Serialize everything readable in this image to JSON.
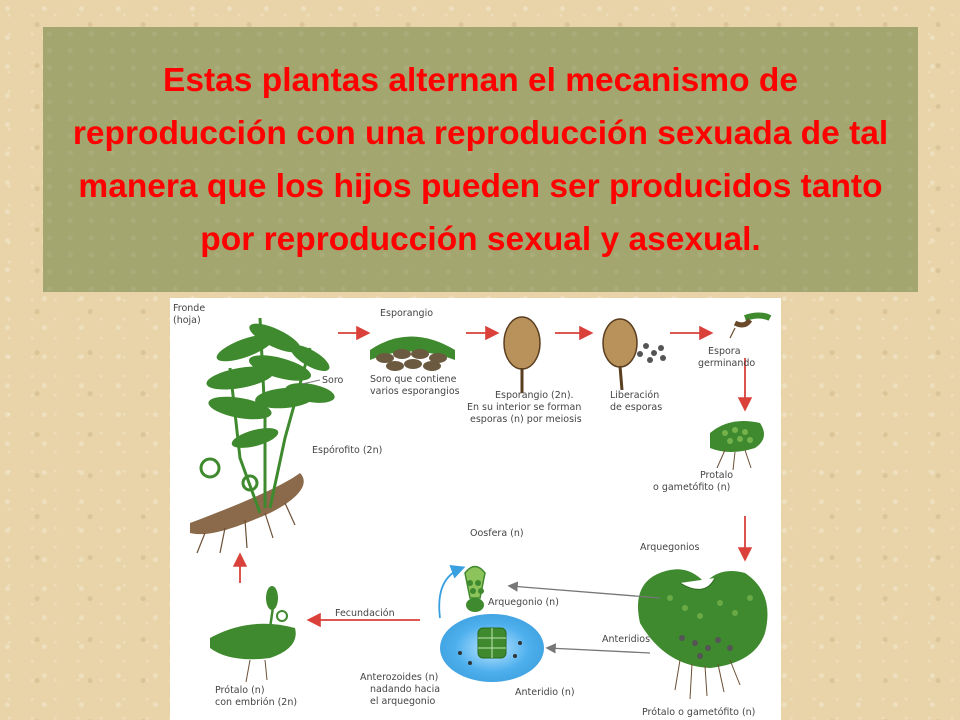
{
  "slide": {
    "title": "Estas plantas alternan el mecanismo de reproducción con una reproducción sexuada de tal manera que los hijos pueden ser producidos tanto por reproducción sexual y asexual."
  },
  "diagram": {
    "labels": {
      "fronde": [
        "Fronde",
        "(hoja)"
      ],
      "soro": "Soro",
      "esporofito": "Espórofito (2n)",
      "esporangio": "Esporangio",
      "soro_contiene": [
        "Soro que contiene",
        "varios esporangios"
      ],
      "esporangio_2n": [
        "Esporangio (2n).",
        "En su interior se forman",
        "esporas (n) por meiosis"
      ],
      "liberacion": [
        "Liberación",
        "de esporas"
      ],
      "espora": [
        "Espora",
        "germinando"
      ],
      "protalo": [
        "Protalo",
        "o gametófito (n)"
      ],
      "arquegonios": "Arquegonios",
      "anteridios": "Anteridios",
      "protalo_gametofito": "Prótalo o gametófito (n)",
      "oosfera": "Oosfera (n)",
      "arquegonio": "Arquegonio (n)",
      "anteridio": "Anteridio (n)",
      "anterozoides": [
        "Anterozoides (n)",
        "nadando hacia",
        "el arquegonio"
      ],
      "fecundacion": "Fecundación",
      "protalo_embrion": [
        "Prótalo (n)",
        "con embrión (2n)"
      ]
    },
    "colors": {
      "arrow": "#d9413a",
      "plant": "#3f8a2e",
      "plant_light": "#8cc35a",
      "title_bg": "#a3a66f",
      "title_text": "#ff0000",
      "water_glow": "#2f9be0"
    }
  }
}
